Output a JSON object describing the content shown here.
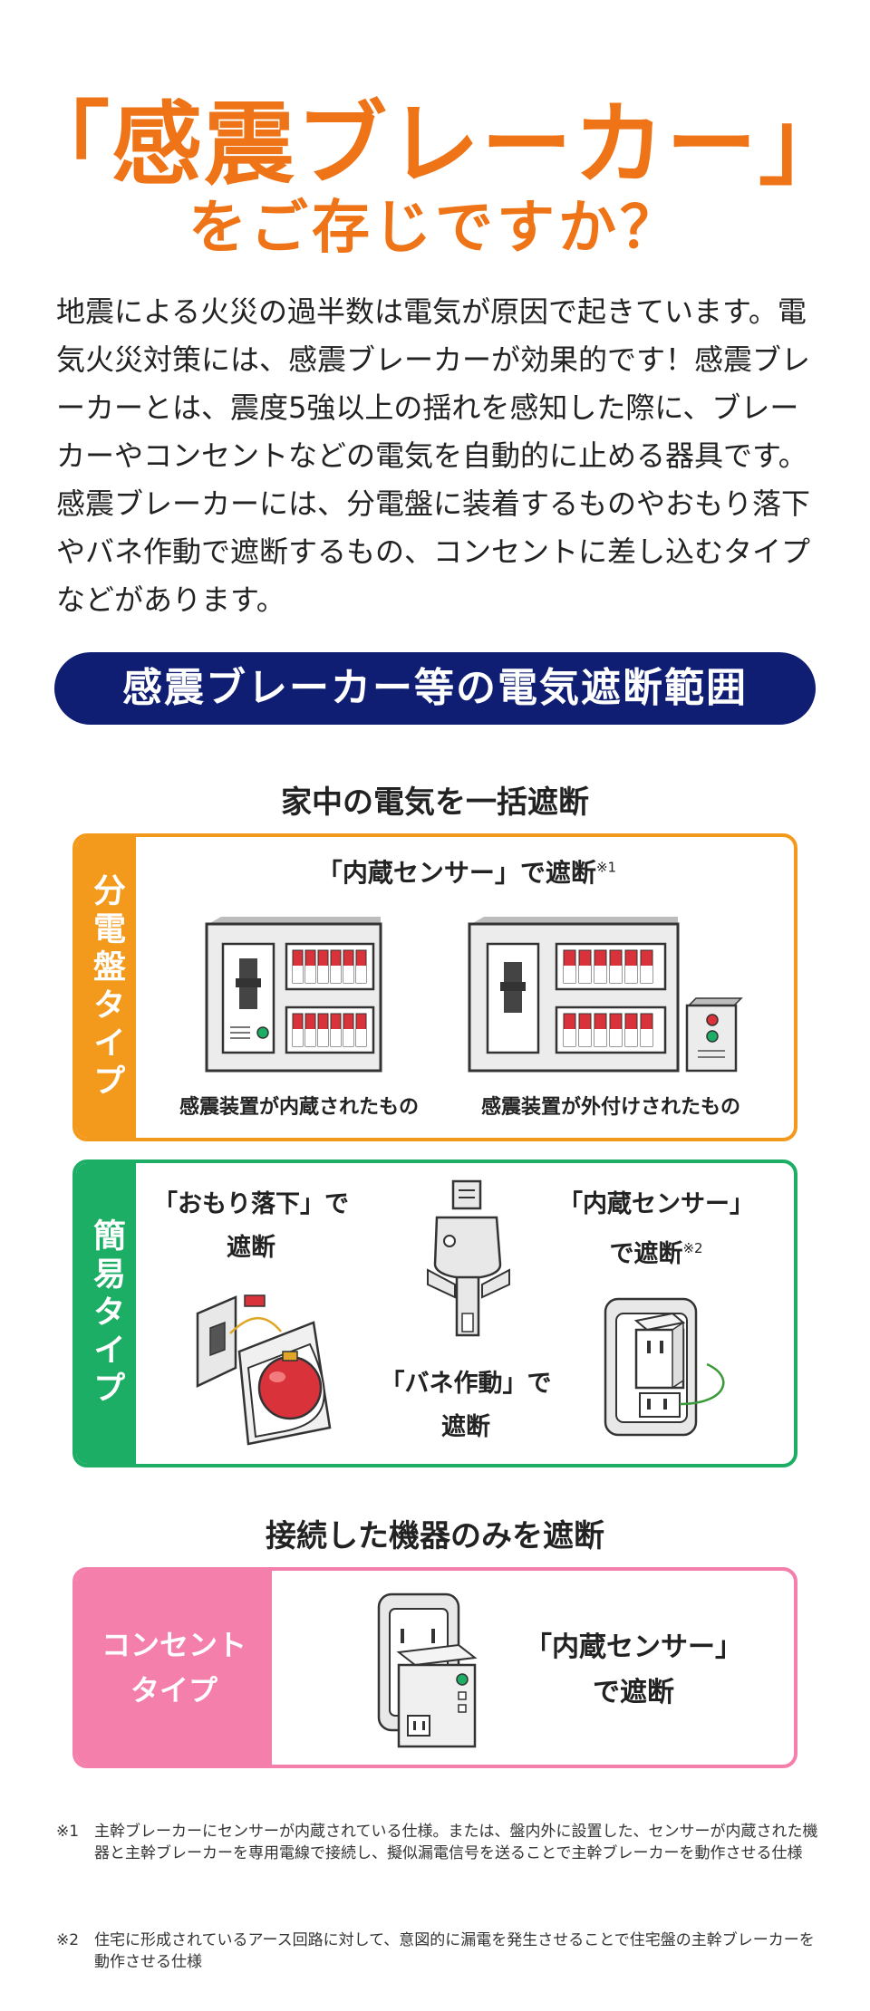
{
  "header": {
    "title_line1": "「感震ブレーカー」",
    "title_line2": "をご存じですか？"
  },
  "intro": {
    "text": "地震による火災の過半数は電気が原因で起きています。電気火災対策には、感震ブレーカーが効果的です！感震ブレーカーとは、震度5強以上の揺れを感知した際に、ブレーカーやコンセントなどの電気を自動的に止める器具です。感震ブレーカーには、分電盤に装着するものやおもり落下やバネ作動で遮断するもの、コンセントに差し込むタイプなどがあります。"
  },
  "section_band": {
    "label": "感震ブレーカー等の電気遮断範囲"
  },
  "group_all": {
    "heading": "家中の電気を一括遮断"
  },
  "panel_breaker": {
    "tab_label": "分電盤タイプ",
    "caption": "「内蔵センサー」で遮断",
    "caption_note": "※1",
    "item1": "感震装置が内蔵されたもの",
    "item2": "感震装置が外付けされたもの"
  },
  "panel_simple": {
    "tab_label": "簡易タイプ",
    "weight_line1": "「おもり落下」で",
    "weight_line2": "遮断",
    "spring_line1": "「バネ作動」で",
    "spring_line2": "遮断",
    "sensor_line1": "「内蔵センサー」",
    "sensor_line2": "で遮断",
    "sensor_note": "※2"
  },
  "group_device": {
    "heading": "接続した機器のみを遮断"
  },
  "panel_outlet": {
    "tab_line1": "コンセント",
    "tab_line2": "タイプ",
    "caption_line1": "「内蔵センサー」",
    "caption_line2": "で遮断"
  },
  "notes": [
    {
      "mark": "※1",
      "text": "主幹ブレーカーにセンサーが内蔵されている仕様。または、盤内外に設置した、センサーが内蔵された機器と主幹ブレーカーを専用電線で接続し、擬似漏電信号を送ることで主幹ブレーカーを動作させる仕様"
    },
    {
      "mark": "※2",
      "text": "住宅に形成されているアース回路に対して、意図的に漏電を発生させることで住宅盤の主幹ブレーカーを動作させる仕様"
    }
  ],
  "colors": {
    "title_orange": "#EE7417",
    "band_navy": "#0F1E73",
    "breaker_orange": "#F39A1C",
    "simple_green": "#1DAE66",
    "outlet_pink": "#F47FAA",
    "switch_red": "#D9323A"
  }
}
